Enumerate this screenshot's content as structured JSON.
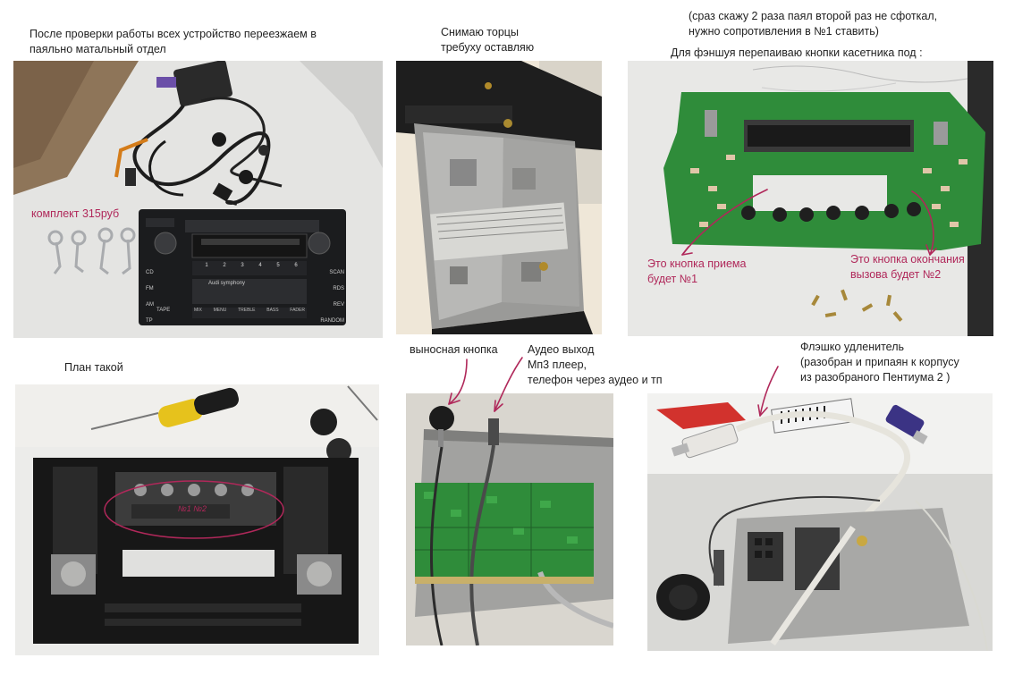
{
  "captions": {
    "p1_title": [
      "После проверки работы всех устройство переезжаем в",
      "паяльно матальный отдел"
    ],
    "p1_kit": "комплект 315руб",
    "p2_title": [
      "Снимаю торцы",
      "требуху оставляю"
    ],
    "p3_note": [
      "(сраз скажу 2 раза паял второй раз не сфоткал,",
      "нужно сопротивления в №1 ставить)"
    ],
    "p3_title": "Для фэншуя перепаиваю кнопки касетника под :",
    "p3_btn1": [
      "Это кнопка приема",
      "будет №1"
    ],
    "p3_btn2": [
      "Это кнопка окончания",
      "вызова будет №2"
    ],
    "p4_title": "План такой",
    "p4_label": "№1 №2",
    "p5_remote": "выносная кнопка",
    "p5_audio": [
      "Аудео выход",
      "Мп3 плеер,",
      "телефон через аудео и тп"
    ],
    "p6_usb": [
      "Флэшко удленитель",
      "(разобран и припаян к корпусу",
      "из разобраного Пентиума 2 )"
    ]
  },
  "radio": {
    "brand": "Audi symphony",
    "buttons": [
      "1",
      "2",
      "3",
      "4",
      "5",
      "6"
    ],
    "left_labels": [
      "CD",
      "FM",
      "AM",
      "TP",
      "TAPE"
    ],
    "right_labels": [
      "SCAN",
      "RDS",
      "REV",
      "RANDOM"
    ],
    "bottom_labels": [
      "MIX",
      "MENU",
      "TREBLE",
      "BASS",
      "FADER"
    ]
  },
  "colors": {
    "annotation": "#b0285a",
    "pcb_green": "#2f8c3a",
    "radio_black": "#1b1c1e"
  }
}
